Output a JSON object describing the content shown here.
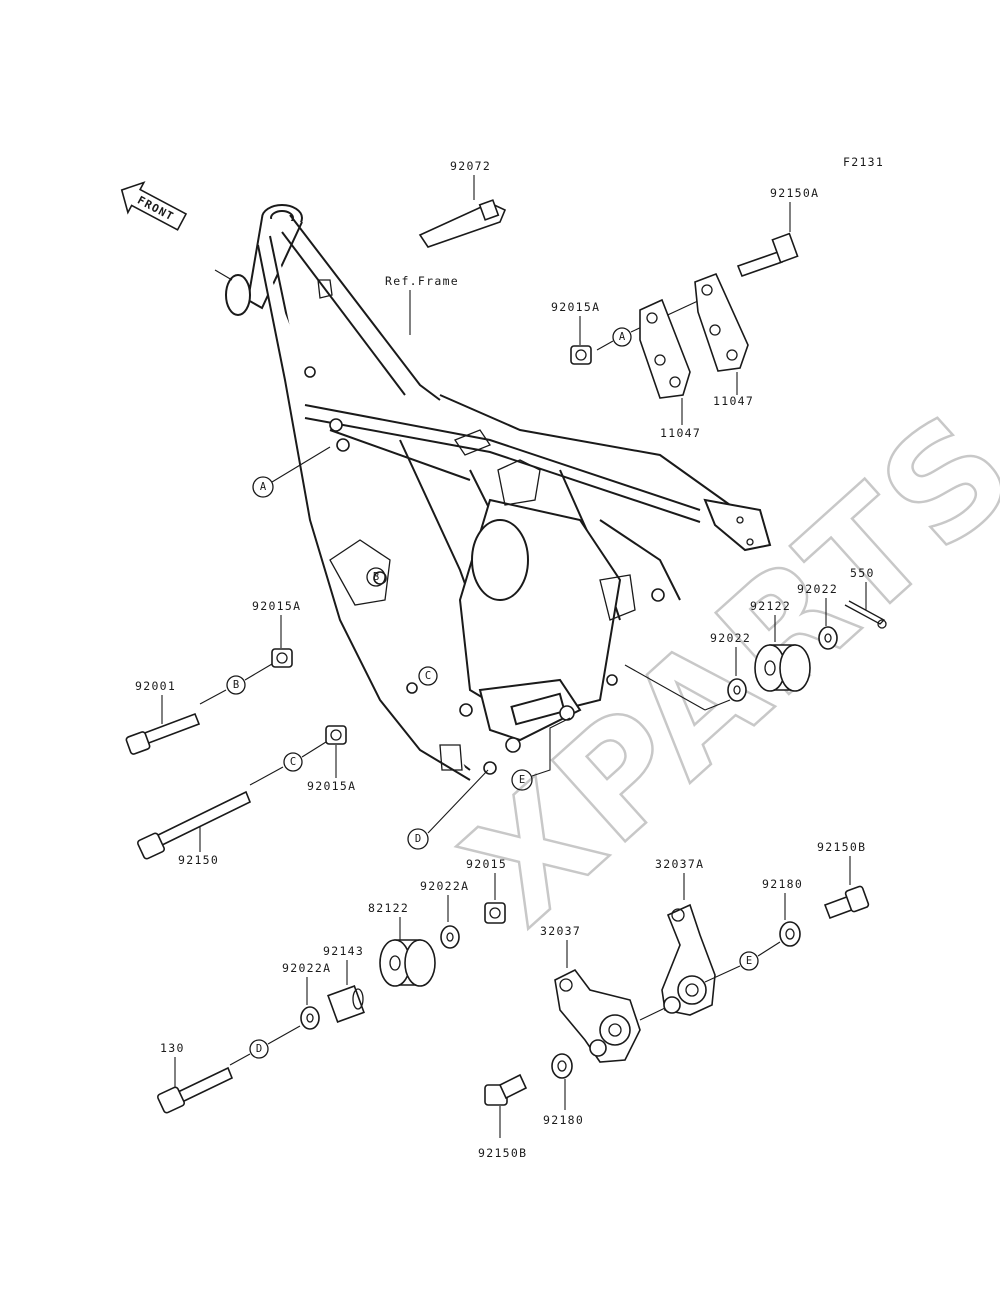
{
  "diagram_code": "F2131",
  "front_indicator": "FRONT",
  "watermark": "XPARTS",
  "ref_frame_label": "Ref.Frame",
  "callouts": {
    "A": "A",
    "B": "B",
    "C": "C",
    "D": "D",
    "E": "E"
  },
  "parts": [
    "92072",
    "92150A",
    "92015A",
    "11047",
    "11047",
    "92015A",
    "92001",
    "92015A",
    "92150",
    "550",
    "92022",
    "92122",
    "92022",
    "92015",
    "92022A",
    "82122",
    "92143",
    "92022A",
    "130",
    "32037A",
    "92150B",
    "92180",
    "32037",
    "92180",
    "92150B"
  ]
}
